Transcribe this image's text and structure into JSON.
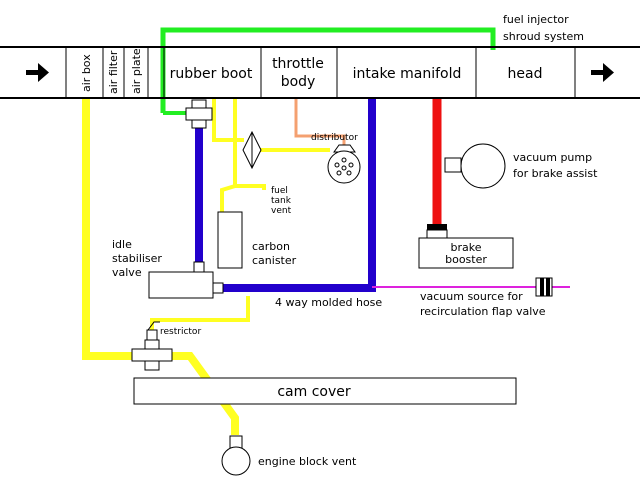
{
  "intake_tract": {
    "air_box": "air box",
    "air_filter": "air filter",
    "air_plate": "air plate",
    "rubber_boot": "rubber boot",
    "throttle_body_line1": "throttle",
    "throttle_body_line2": "body",
    "intake_manifold": "intake manifold",
    "head": "head"
  },
  "components": {
    "fuel_injector_line1": "fuel injector",
    "fuel_injector_line2": "shroud system",
    "distributor": "distributor",
    "fuel_tank_vent_line1": "fuel",
    "fuel_tank_vent_line2": "tank",
    "fuel_tank_vent_line3": "vent",
    "carbon_canister_line1": "carbon",
    "carbon_canister_line2": "canister",
    "idle_valve_line1": "idle",
    "idle_valve_line2": "stabiliser",
    "idle_valve_line3": "valve",
    "vacuum_pump_line1": "vacuum pump",
    "vacuum_pump_line2": "for brake assist",
    "brake_booster_line1": "brake",
    "brake_booster_line2": "booster",
    "four_way_hose": "4 way molded hose",
    "vacuum_source_line1": "vacuum source for",
    "vacuum_source_line2": "recirculation flap valve",
    "restrictor": "restrictor",
    "cam_cover": "cam cover",
    "engine_block_vent": "engine block vent"
  },
  "colors": {
    "green": "#22ee22",
    "yellow": "#ffff22",
    "blue": "#2200cc",
    "red": "#ee1111",
    "salmon": "#f4a070",
    "magenta": "#dd22dd"
  }
}
